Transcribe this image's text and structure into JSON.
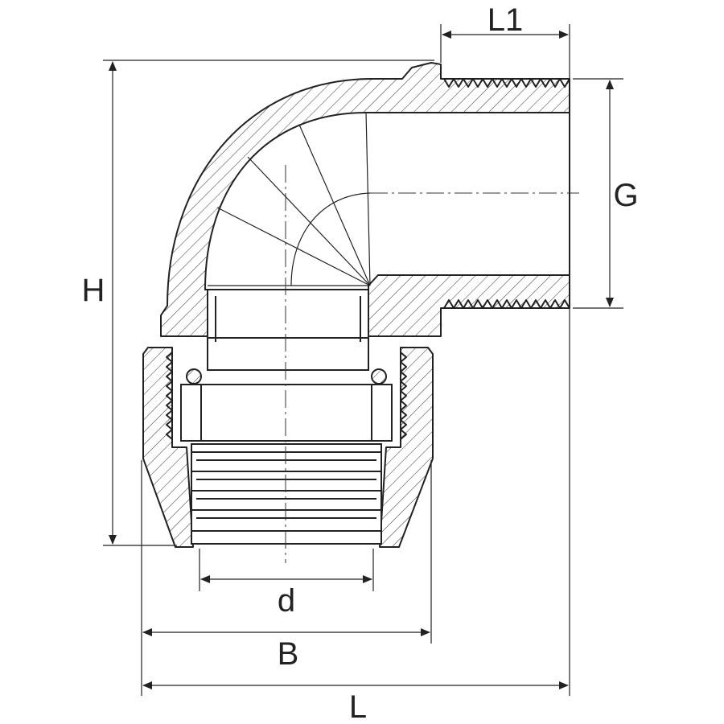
{
  "drawing": {
    "dimensions": {
      "L1": "L1",
      "G": "G",
      "H": "H",
      "d": "d",
      "B": "B",
      "L": "L"
    }
  }
}
